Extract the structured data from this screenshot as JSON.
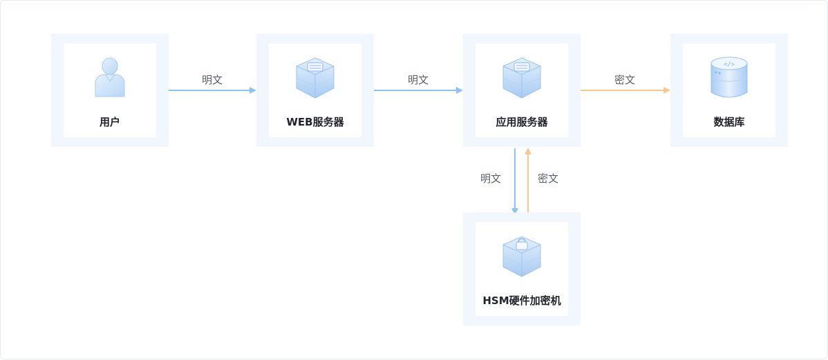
{
  "nodes": {
    "user": {
      "label": "用户",
      "icon": "user-icon"
    },
    "web": {
      "label": "WEB服务器",
      "icon": "server-icon"
    },
    "app": {
      "label": "应用服务器",
      "icon": "server-icon"
    },
    "db": {
      "label": "数据库",
      "icon": "database-icon"
    },
    "hsm": {
      "label": "HSM硬件加密机",
      "icon": "lock-icon"
    }
  },
  "edges": {
    "user_web": "明文",
    "web_app": "明文",
    "app_db": "密文",
    "app_hsm": "明文",
    "hsm_app": "密文"
  },
  "colors": {
    "plain_arrow": "#8fc4f2",
    "cipher_arrow": "#f8c98c",
    "node_frame": "#f2f7fe"
  }
}
